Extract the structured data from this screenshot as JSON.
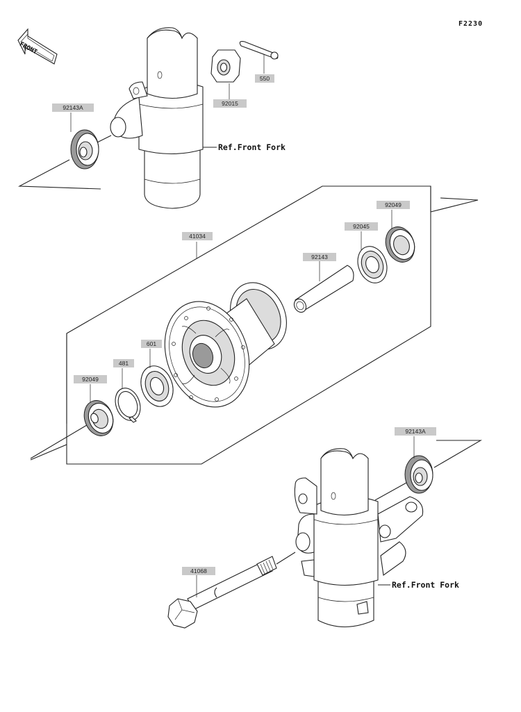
{
  "figure_code": "F2230",
  "direction_label": "FRONT",
  "ref_front_fork_label": "Ref.Front Fork",
  "parts": {
    "p550": "550",
    "p92015": "92015",
    "p92143A_top": "92143A",
    "p41034": "41034",
    "p92049_right": "92049",
    "p92045": "92045",
    "p92143": "92143",
    "p601": "601",
    "p481": "481",
    "p92049_left": "92049",
    "p92143A_bottom": "92143A",
    "p41068": "41068"
  }
}
